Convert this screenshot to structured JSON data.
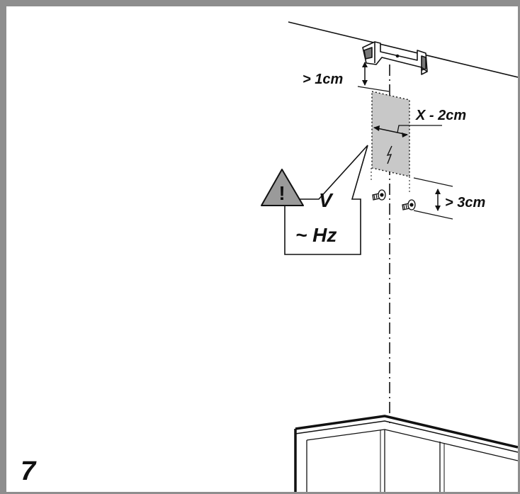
{
  "figure": {
    "step_number": "7",
    "dim_top": "> 1cm",
    "dim_width": "X - 2cm",
    "dim_bottom": "> 3cm",
    "warning_symbol": "!",
    "voltage_label": "V",
    "frequency_label": "~ Hz",
    "icons": [
      "warning-triangle-icon",
      "lightning-bolt-icon",
      "screw-icon"
    ],
    "colors": {
      "frame": "#8e8e8e",
      "zone_fill": "#c8c8c8",
      "warning_fill": "#9a9a9a",
      "ink": "#111111"
    }
  }
}
